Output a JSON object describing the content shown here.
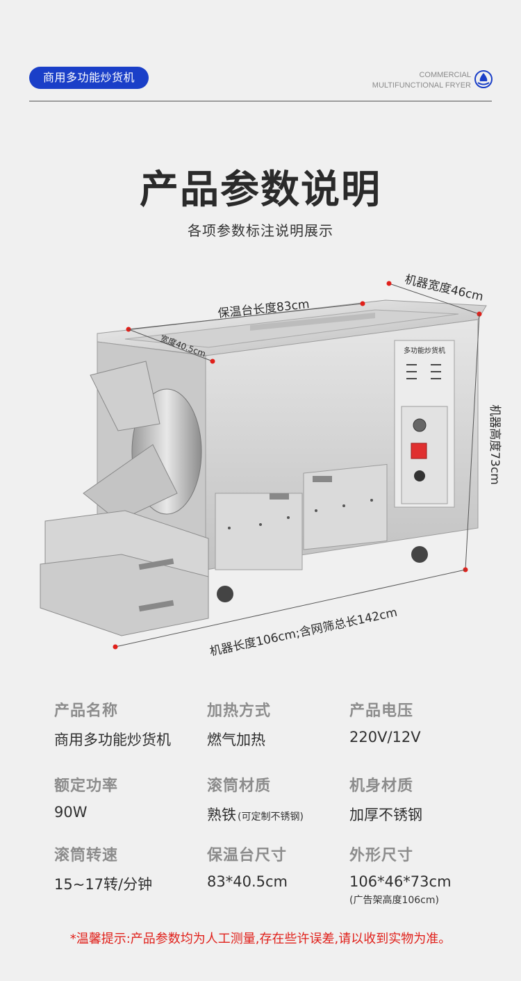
{
  "header": {
    "pill_label": "商用多功能炒货机",
    "brand_line1": "COMMERCIAL",
    "brand_line2": "MULTIFUNCTIONAL FRYER",
    "logo_icon": "shell-droplet-icon"
  },
  "hero": {
    "title": "产品参数说明",
    "subtitle": "各项参数标注说明展示"
  },
  "dimensions": {
    "warming_length": "保温台长度83cm",
    "warming_width": "宽度40.5cm",
    "machine_width": "机器宽度46cm",
    "machine_height": "机器高度73cm",
    "machine_length": "机器长度106cm;含网筛总长142cm",
    "panel_label": "多功能炒货机"
  },
  "specs": [
    {
      "label": "产品名称",
      "value": "商用多功能炒货机"
    },
    {
      "label": "加热方式",
      "value": "燃气加热"
    },
    {
      "label": "产品电压",
      "value": "220V/12V"
    },
    {
      "label": "额定功率",
      "value": "90W"
    },
    {
      "label": "滚筒材质",
      "value": "熟铁",
      "note": "(可定制不锈钢)"
    },
    {
      "label": "机身材质",
      "value": "加厚不锈钢"
    },
    {
      "label": "滚筒转速",
      "value": "15~17转/分钟"
    },
    {
      "label": "保温台尺寸",
      "value": "83*40.5cm"
    },
    {
      "label": "外形尺寸",
      "value": "106*46*73cm",
      "note": "(广告架高度106cm)"
    }
  ],
  "notice": "*温馨提示:产品参数均为人工测量,存在些许误差,请以收到实物为准。",
  "colors": {
    "accent_blue": "#1a3fc8",
    "marker_red": "#e0201a",
    "background": "#f0f0f0"
  }
}
